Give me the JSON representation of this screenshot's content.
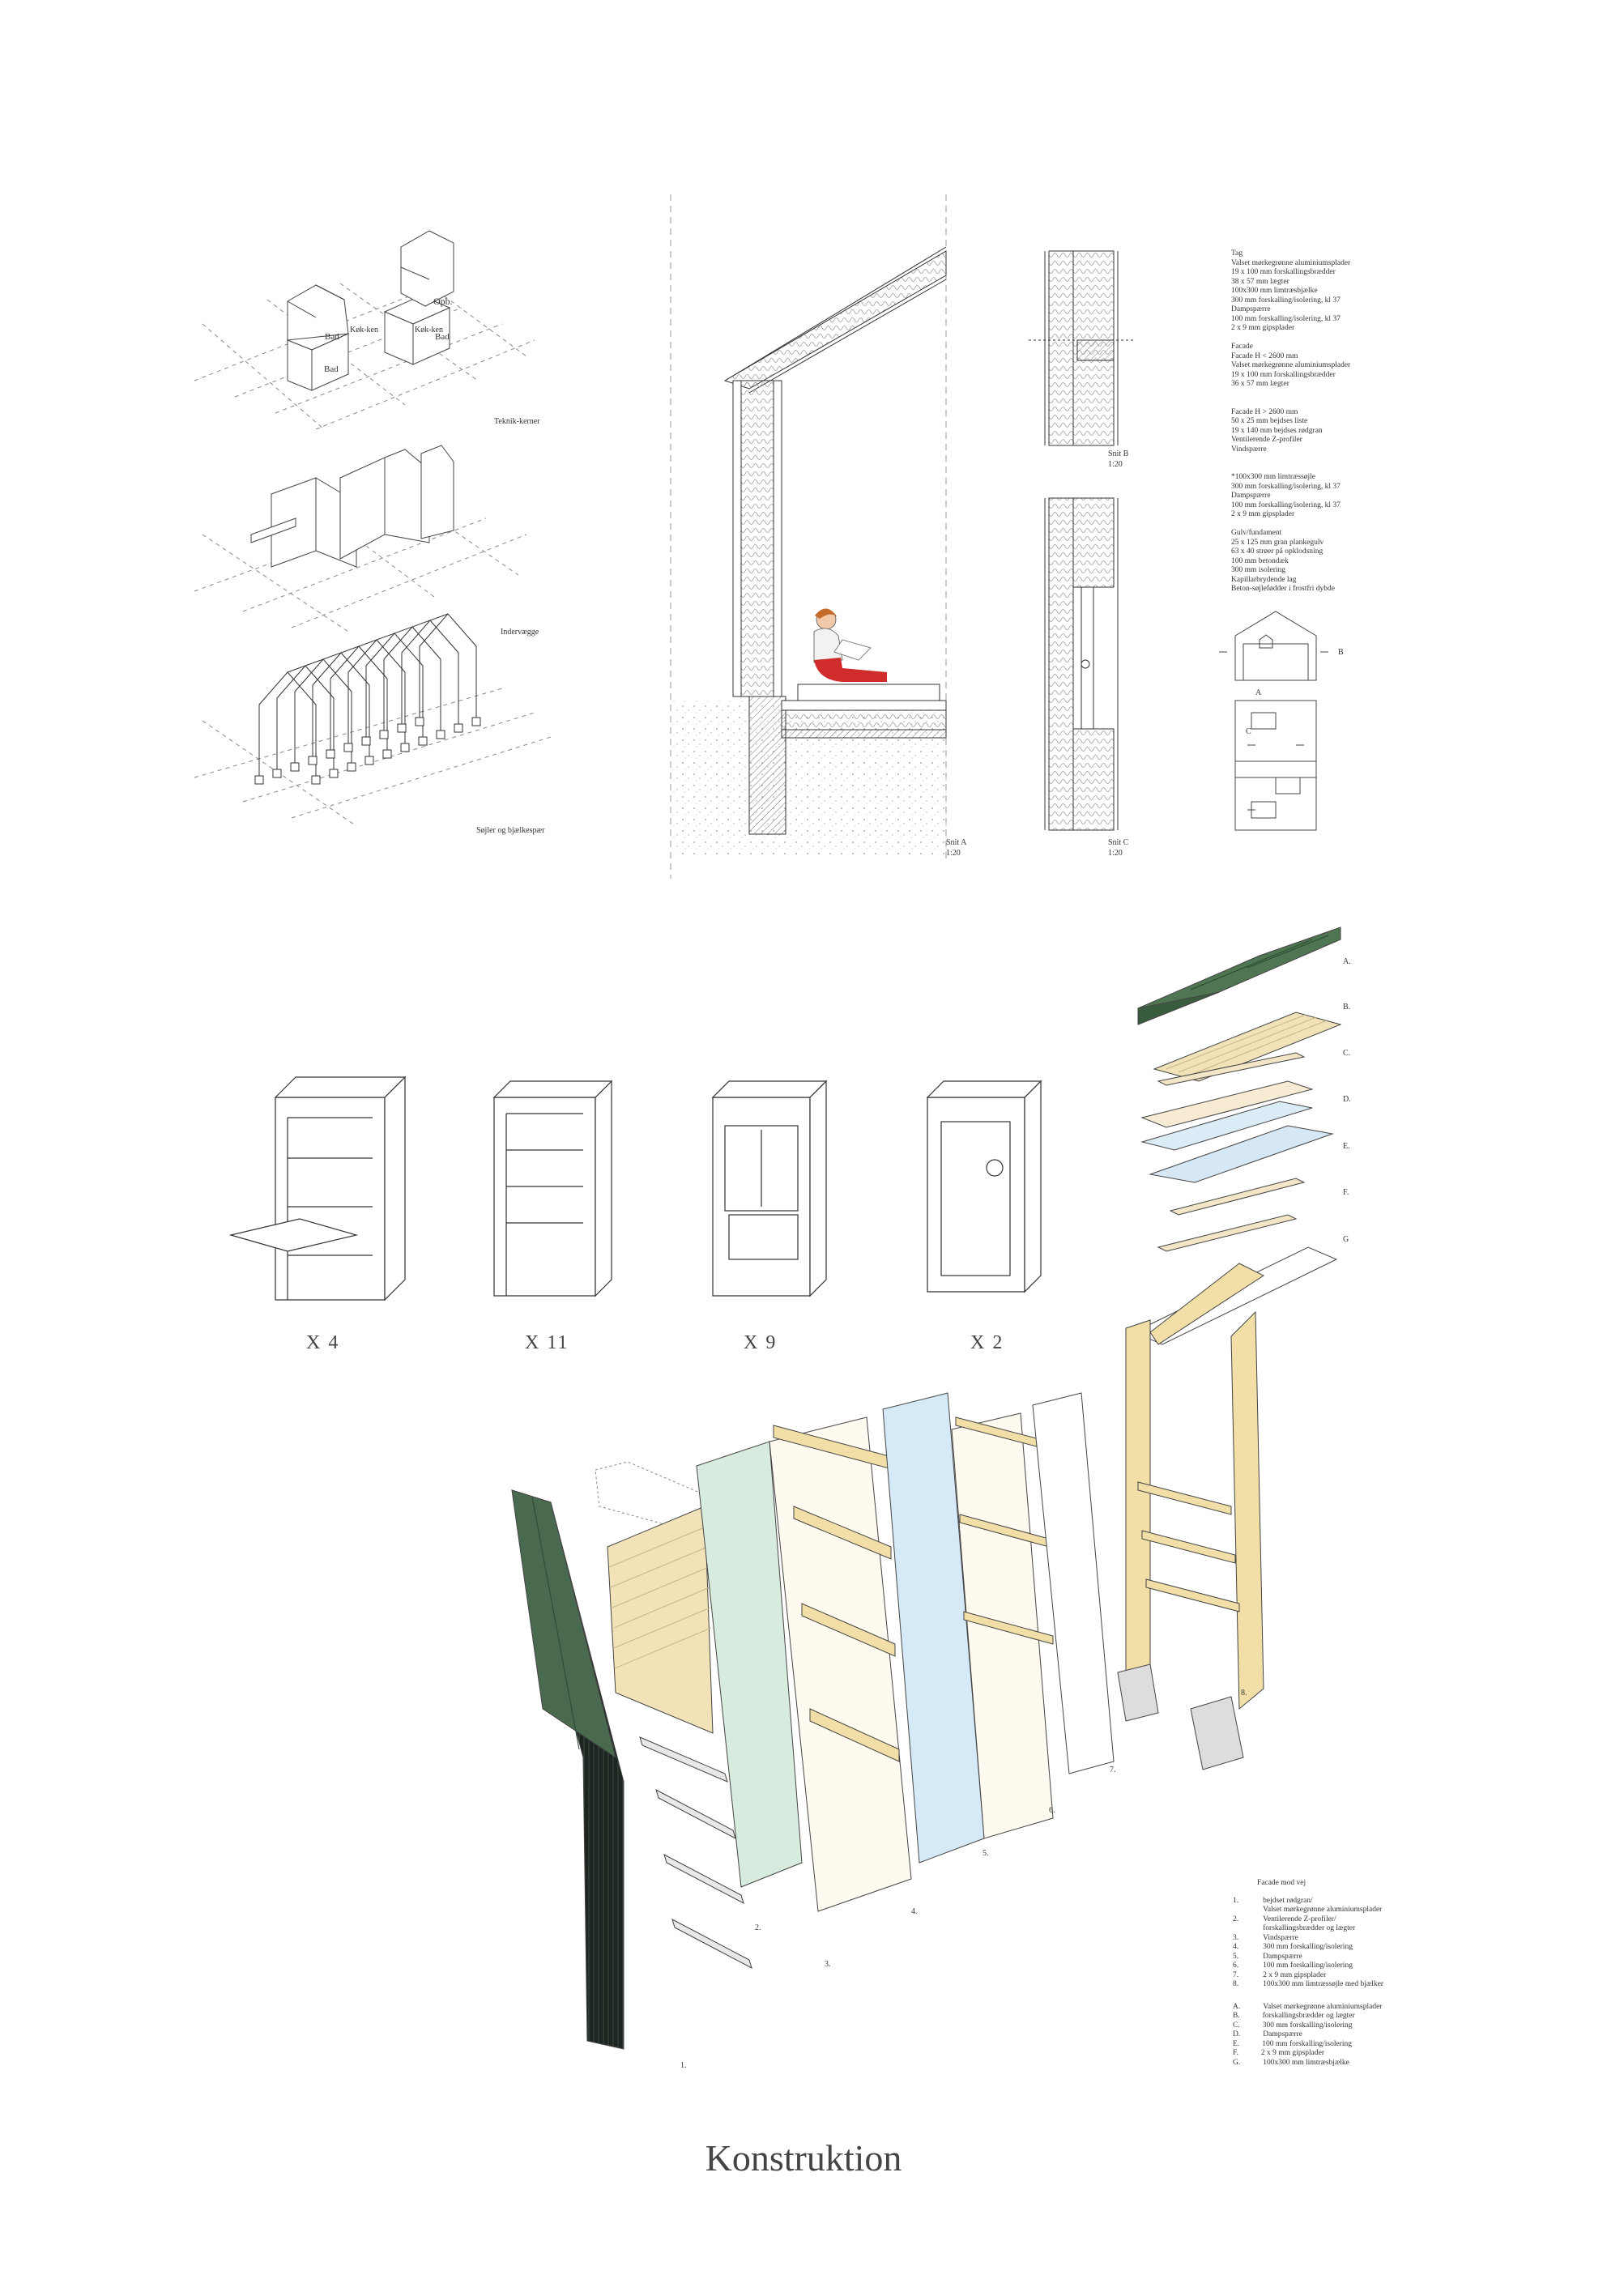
{
  "page_title": "Konstruktion",
  "axon": {
    "teknik": "Teknik-kerner",
    "indervaegge": "Indervægge",
    "sojler": "Søjler og bjælkespær",
    "room_labels": [
      "Bad",
      "Bad",
      "Køk-ken",
      "Køk-ken",
      "Bad",
      "Opb."
    ]
  },
  "sections": {
    "snit_a": "Snit A",
    "snit_a_scale": "1:20",
    "snit_b": "Snit B",
    "snit_b_scale": "1:20",
    "snit_c": "Snit C",
    "snit_c_scale": "1:20"
  },
  "spec_top": "Tag\nValset mørkegrønne aluminiumsplader\n19 x 100 mm forskallingsbrædder\n38 x 57 mm lægter\n100x300 mm limtræsbjælke\n300 mm forskalling/isolering, kl 37\nDampspærre\n100 mm forskalling/isolering, kl 37\n2 x 9 mm gipsplader\n\nFacade\nFacade H < 2600 mm\nValset mørkegrønne aluminiumsplader\n19 x 100 mm forskallingsbrædder\n36 x 57 mm lægter\n\n\nFacade H > 2600 mm\n50 x 25 mm bejdses liste\n19 x 140 mm bejdses rødgran\nVentilerende Z-profiler\nVindspærre\n\n\n*100x300 mm limtræssøjle\n300 mm forskalling/isolering, kl 37\nDampspærre\n100 mm forskalling/isolering, kl 37\n2 x 9 mm gipsplader\n\nGulv/fundament\n25 x 125 mm gran plankegulv\n63 x 40 strøer på opklodsning\n100 mm betondæk\n300 mm isolering\nKapillarbrydende lag\nBeton-søjlefødder i frostfri dybde",
  "plan_labels": {
    "a": "A",
    "b": "B",
    "c": "C"
  },
  "modules": [
    {
      "count": "X 4"
    },
    {
      "count": "X 11"
    },
    {
      "count": "X 9"
    },
    {
      "count": "X 2"
    }
  ],
  "roof_layers": [
    "A.",
    "B.",
    "C.",
    "D.",
    "E.",
    "F.",
    "G"
  ],
  "wall_layers": [
    "1.",
    "2.",
    "3.",
    "4.",
    "5.",
    "6.",
    "7.",
    "8."
  ],
  "legend": {
    "heading": "Facade mod vej",
    "numbered": [
      {
        "key": "1.",
        "text": "bejdset rødgran/\nValset mørkegrønne aluminiumsplader"
      },
      {
        "key": "2.",
        "text": "Ventilerende Z-profiler/\nforskallingsbrædder og lægter"
      },
      {
        "key": "3.",
        "text": "Vindspærre"
      },
      {
        "key": "4.",
        "text": "300 mm forskalling/isolering"
      },
      {
        "key": "5.",
        "text": "Dampspærre"
      },
      {
        "key": "6.",
        "text": "100 mm forskalling/isolering"
      },
      {
        "key": "7.",
        "text": "2 x 9 mm gipsplader"
      },
      {
        "key": "8.",
        "text": "100x300 mm limtræssøjle med bjælker"
      }
    ],
    "lettered": [
      {
        "key": "A.",
        "text": "Valset mørkegrønne aluminiumsplader"
      },
      {
        "key": "B.",
        "text": "forskallingsbrædder og lægter"
      },
      {
        "key": "C.",
        "text": "300 mm forskalling/isolering"
      },
      {
        "key": "D.",
        "text": "Dampspærre"
      },
      {
        "key": "E.",
        "text": "100 mm forskalling/isolering"
      },
      {
        "key": "F.",
        "text": "2 x 9 mm gipsplader"
      },
      {
        "key": "G.",
        "text": "100x300 mm limtræsbjælke"
      }
    ]
  }
}
